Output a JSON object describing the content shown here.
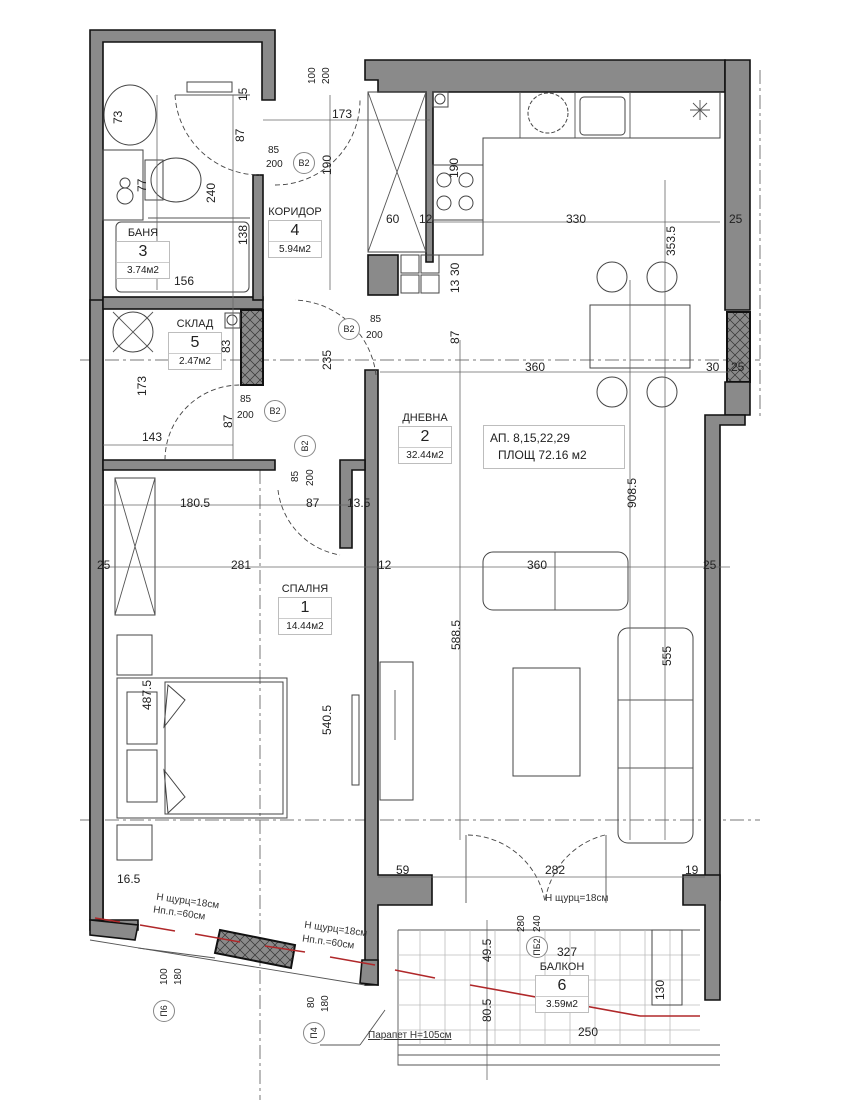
{
  "apartment": {
    "label": "АП.  8,15,22,29",
    "area_label": "ПЛОЩ 72.16 м2"
  },
  "rooms": [
    {
      "name": "СПАЛНЯ",
      "number": "1",
      "area": "14.44м2"
    },
    {
      "name": "ДНЕВНА",
      "number": "2",
      "area": "32.44м2"
    },
    {
      "name": "БАНЯ",
      "number": "3",
      "area": "3.74м2"
    },
    {
      "name": "КОРИДОР",
      "number": "4",
      "area": "5.94м2"
    },
    {
      "name": "СКЛАД",
      "number": "5",
      "area": "2.47м2"
    },
    {
      "name": "БАЛКОН",
      "number": "6",
      "area": "3.59м2"
    }
  ],
  "door_tags": {
    "b2": "B2",
    "pb2": "ПБ2",
    "p6": "П6",
    "p4": "П4"
  },
  "door_sizes": {
    "w85": "85",
    "h200": "200",
    "w100": "100",
    "h200b": "200",
    "w280": "280",
    "h240": "240",
    "p6_w": "100",
    "p6_h": "180",
    "p4_w": "80",
    "p4_h": "180"
  },
  "dimensions": {
    "bath_73": "73",
    "bath_77": "77",
    "bath_87": "87",
    "bath_240": "240",
    "bath_138": "138",
    "bath_156": "156",
    "bath_15": "15",
    "corr_173": "173",
    "corr_190": "190",
    "corr_235": "235",
    "corr_87": "87",
    "kitchen_60": "60",
    "kitchen_12": "12",
    "kitchen_190": "190",
    "kitchen_330": "330",
    "kitchen_25": "25",
    "kitchen_353_5": "353.5",
    "kitchen_30": "30",
    "kitchen_13": "13",
    "store_83": "83",
    "store_173": "173",
    "store_87": "87",
    "store_143": "143",
    "living_360": "360",
    "living_30": "30",
    "living_25": "25",
    "living_908_5": "908.5",
    "bed_180_5": "180.5",
    "bed_87": "87",
    "bed_13_5": "13.5",
    "bed_25": "25",
    "bed_281": "281",
    "bed_12": "12",
    "living_360b": "360",
    "living_25b": "25",
    "living_588_5": "588.5",
    "living_555": "555",
    "bed_487_5": "487.5",
    "bed_540_5": "540.5",
    "bed_16_5": "16.5",
    "living_59": "59",
    "living_282": "282",
    "living_19": "19",
    "balc_49_5": "49.5",
    "balc_327": "327",
    "balc_80_5": "80.5",
    "balc_250": "250",
    "balc_130": "130"
  },
  "notes": {
    "sill_living": "Н щурц=18см",
    "sill_bed_1": "Н щурц=18см",
    "sill_bed_1b": "Нп.п.=60см",
    "sill_bed_2": "Н щурц=18см",
    "sill_bed_2b": "Нп.п.=60см",
    "parapet": "Парапет Н=105см"
  },
  "colors": {
    "wall": "#8a8a8a",
    "outline": "#111111",
    "dimension": "#666666",
    "insulation_line": "#b0282a",
    "background": "#ffffff"
  }
}
